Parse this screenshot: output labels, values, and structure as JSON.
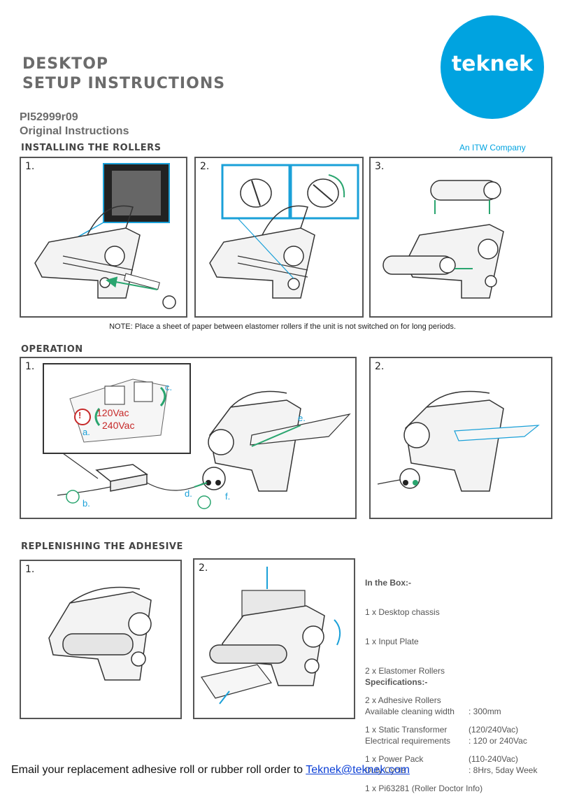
{
  "header": {
    "title_line1": "DESKTOP",
    "title_line2": "SETUP INSTRUCTIONS",
    "doc_number": "PI52999r09",
    "doc_type": "Original Instructions"
  },
  "logo": {
    "name": "teknek",
    "tagline": "An ITW Company",
    "color": "#00a3e0"
  },
  "sections": {
    "installing": {
      "title": "INSTALLING THE ROLLERS",
      "steps": [
        "1.",
        "2.",
        "3."
      ],
      "note": "NOTE: Place a sheet of paper between elastomer rollers if the unit is not switched on for long periods."
    },
    "operation": {
      "title": "OPERATION",
      "steps": [
        "1.",
        "2."
      ],
      "labels": {
        "voltage_high": "120Vac",
        "voltage_low": "240Vac",
        "a": "a.",
        "b": "b.",
        "c": "c.",
        "d": "d.",
        "e": "e.",
        "f": "f.",
        "warning": "!"
      }
    },
    "replenishing": {
      "title": "REPLENISHING THE ADHESIVE",
      "steps": [
        "1.",
        "2."
      ]
    }
  },
  "in_the_box": {
    "heading": "In the Box:-",
    "items": [
      {
        "name": "1 x Desktop chassis",
        "note": ""
      },
      {
        "name": "1 x Input Plate",
        "note": ""
      },
      {
        "name": "2 x Elastomer Rollers",
        "note": ""
      },
      {
        "name": "2 x Adhesive Rollers",
        "note": ""
      },
      {
        "name": "1 x Static Transformer",
        "note": "(120/240Vac)"
      },
      {
        "name": "1 x Power Pack",
        "note": "(110-240Vac)"
      },
      {
        "name": "1 x Pi63281 (Roller Doctor Info)",
        "note": ""
      }
    ]
  },
  "specifications": {
    "heading": "Specifications:-",
    "rows": [
      {
        "label": "Available cleaning width",
        "value": ": 300mm"
      },
      {
        "label": "Electrical requirements",
        "value": ": 120 or 240Vac"
      },
      {
        "label": "Duty Cycle",
        "value": ": 8Hrs, 5day Week"
      }
    ]
  },
  "footer": {
    "text": "Email your replacement adhesive roll or rubber roll order to ",
    "email": "Teknek@teknek.com"
  }
}
